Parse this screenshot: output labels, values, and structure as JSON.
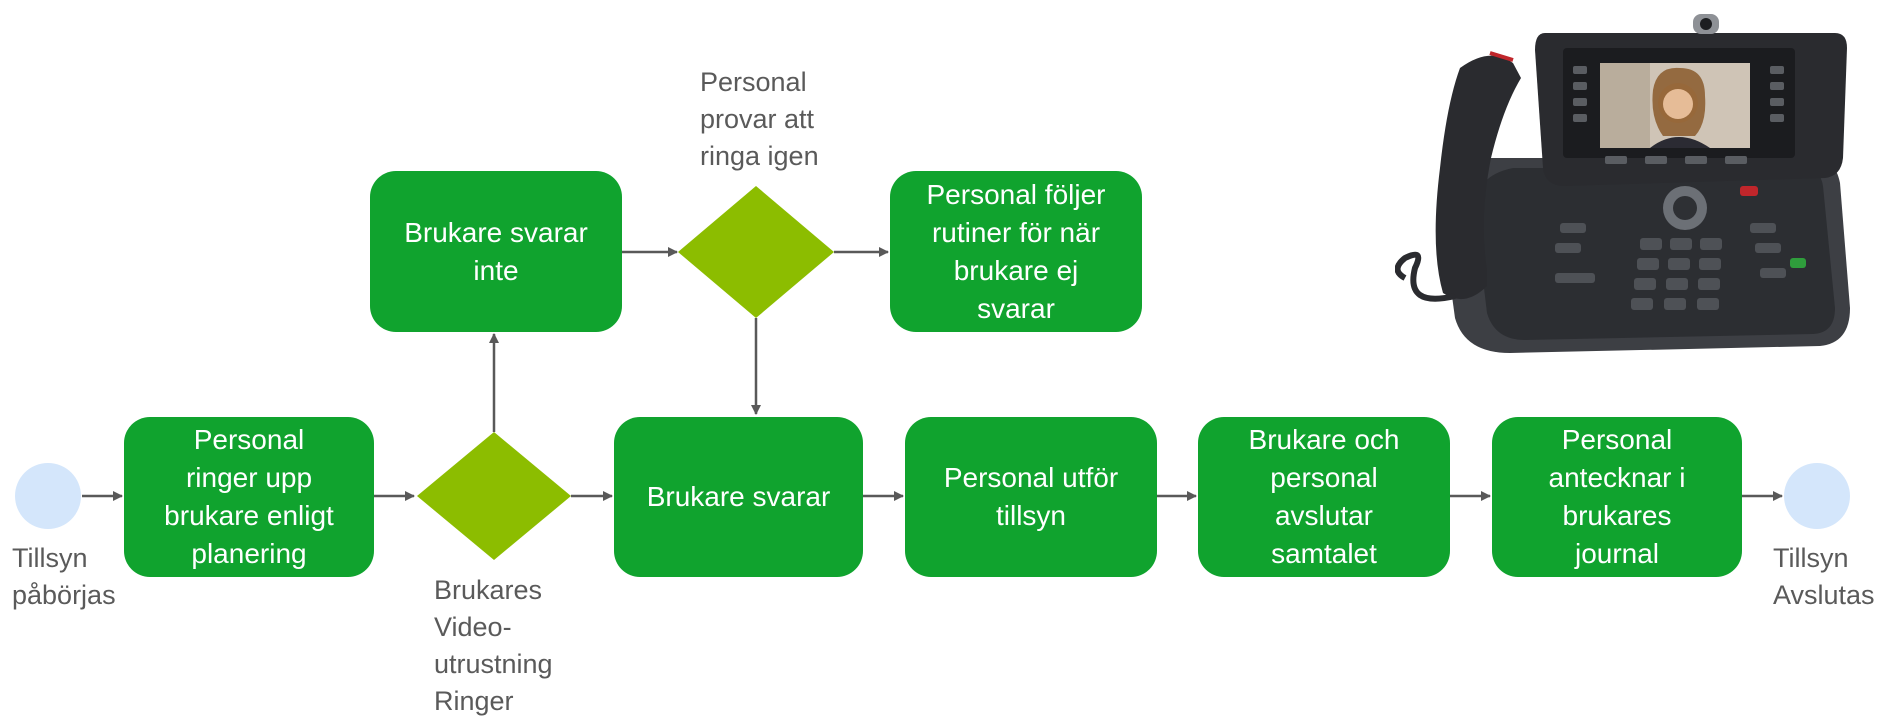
{
  "diagram": {
    "start_event": "Tillsyn\npåbörjas",
    "end_event": "Tillsyn\nAvslutas",
    "tasks": {
      "personal_ringer": "Personal\nringer upp\nbrukare enligt\nplanering",
      "brukare_svarar_inte": "Brukare svarar\ninte",
      "personal_foljer_rutiner": "Personal följer\nrutiner för när\nbrukare ej\nsvarar",
      "brukare_svarar": "Brukare svarar",
      "personal_utfor": "Personal utför\ntillsyn",
      "avslutar_samtalet": "Brukare och\npersonal\navslutar\nsamtalet",
      "antecknar": "Personal\nantecknar i\nbrukares\njournal"
    },
    "gateways": {
      "video_ringer": "Brukares\nVideo-\nutrustning\nRinger",
      "provar_igen": "Personal\nprovar att\nringa igen"
    },
    "colors": {
      "task_fill": "#10a32e",
      "gateway_fill": "#8cbd00",
      "event_fill": "#d4e6fb",
      "arrow": "#595959",
      "label_text": "#5a5a5a"
    }
  }
}
